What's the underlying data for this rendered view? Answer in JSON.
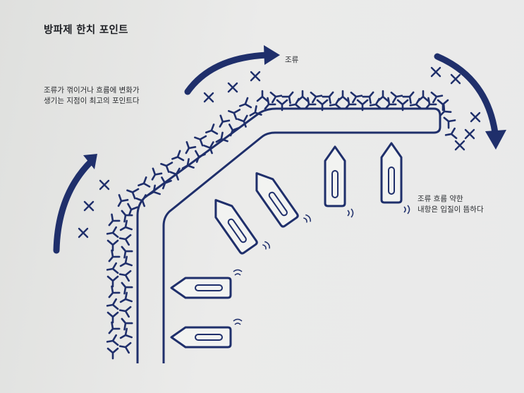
{
  "title": "방파제 한치 포인트",
  "labels": {
    "current": "조류",
    "change_point_line1": "조류가 꺾이거나 흐름에 변화가",
    "change_point_line2": "생기는 지점이 최고의 포인트다",
    "weak_line1": "조류 흐름 약한",
    "weak_line2": "내항은 입질이 뜸하다"
  },
  "icons": {
    "current_arrow": "curved-arrow-icon",
    "marker": "x-mark-icon",
    "tetrapod": "tetrapod-icon",
    "float": "fishing-float-icon",
    "ripple": "ripple-icon"
  },
  "colors": {
    "ink": "#1f2f6b",
    "text": "#2a2c30"
  }
}
